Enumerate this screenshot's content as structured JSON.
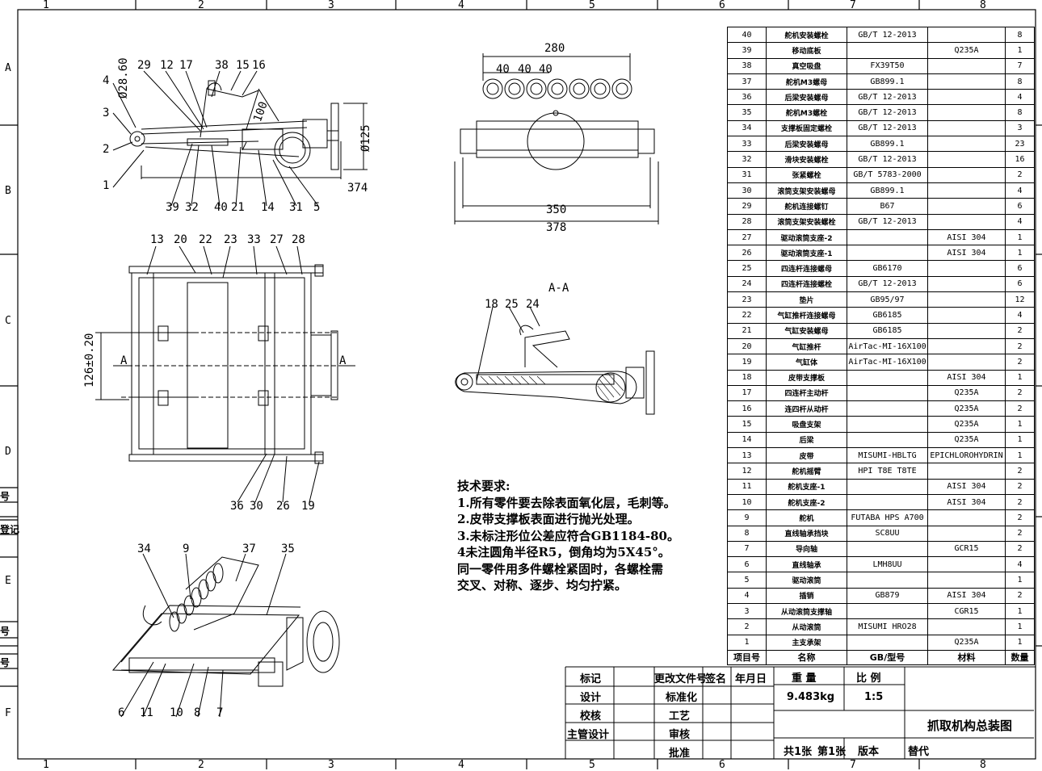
{
  "grid": {
    "cols": [
      "1",
      "2",
      "3",
      "4",
      "5",
      "6",
      "7",
      "8"
    ],
    "rows": [
      "A",
      "B",
      "C",
      "D",
      "E",
      "F"
    ]
  },
  "side_labels": [
    "号",
    "登记",
    "号",
    "号"
  ],
  "view_labels": {
    "front": [
      "29",
      "12",
      "17",
      "38",
      "15",
      "16",
      "4",
      "3",
      "2",
      "1",
      "39",
      "32",
      "40",
      "21",
      "14",
      "31",
      "5"
    ],
    "front_dims": {
      "dia": "Ø28.60",
      "len100": "100",
      "dia125": "Ø125",
      "len374": "374"
    },
    "top_dims": {
      "w280": "280",
      "p40a": "40",
      "p40b": "40",
      "p40c": "40",
      "w350": "350",
      "w378": "378"
    },
    "plan": [
      "13",
      "20",
      "22",
      "23",
      "33",
      "27",
      "28",
      "36",
      "30",
      "26",
      "19"
    ],
    "plan_dims": {
      "tol": "126±0.20",
      "a_left": "A",
      "a_right": "A"
    },
    "section": {
      "title": "A-A",
      "n18": "18",
      "n25": "25",
      "n24": "24"
    },
    "iso": [
      "34",
      "9",
      "37",
      "35",
      "6",
      "11",
      "10",
      "8",
      "7"
    ]
  },
  "tech": {
    "title": "技术要求:",
    "lines": [
      "1.所有零件要去除表面氧化层，毛刺等。",
      "2.皮带支撑板表面进行抛光处理。",
      "3.未标注形位公差应符合GB1184-80。",
      "4未注圆角半径R5，倒角均为5X45°。",
      "同一零件用多件螺栓紧固时，各螺栓需",
      "交叉、对称、逐步、均匀拧紧。"
    ]
  },
  "bom": {
    "rows": [
      [
        "40",
        "舵机安装螺栓",
        "GB/T 12-2013",
        "",
        "8"
      ],
      [
        "39",
        "移动底板",
        "",
        "Q235A",
        "1"
      ],
      [
        "38",
        "真空吸盘",
        "FX39T50",
        "",
        "7"
      ],
      [
        "37",
        "舵机M3螺母",
        "GB899.1",
        "",
        "8"
      ],
      [
        "36",
        "后梁安装螺母",
        "GB/T 12-2013",
        "",
        "4"
      ],
      [
        "35",
        "舵机M3螺栓",
        "GB/T 12-2013",
        "",
        "8"
      ],
      [
        "34",
        "支撑板固定螺栓",
        "GB/T 12-2013",
        "",
        "3"
      ],
      [
        "33",
        "后梁安装螺母",
        "GB899.1",
        "",
        "23"
      ],
      [
        "32",
        "滑块安装螺栓",
        "GB/T 12-2013",
        "",
        "16"
      ],
      [
        "31",
        "张紧螺栓",
        "GB/T 5783-2000",
        "",
        "2"
      ],
      [
        "30",
        "滚筒支架安装螺母",
        "GB899.1",
        "",
        "4"
      ],
      [
        "29",
        "舵机连接螺钉",
        "B67",
        "",
        "6"
      ],
      [
        "28",
        "滚筒支架安装螺栓",
        "GB/T 12-2013",
        "",
        "4"
      ],
      [
        "27",
        "驱动滚筒支座-2",
        "",
        "AISI 304",
        "1"
      ],
      [
        "26",
        "驱动滚筒支座-1",
        "",
        "AISI 304",
        "1"
      ],
      [
        "25",
        "四连杆连接螺母",
        "GB6170",
        "",
        "6"
      ],
      [
        "24",
        "四连杆连接螺栓",
        "GB/T 12-2013",
        "",
        "6"
      ],
      [
        "23",
        "垫片",
        "GB95/97",
        "",
        "12"
      ],
      [
        "22",
        "气缸推杆连接螺母",
        "GB6185",
        "",
        "4"
      ],
      [
        "21",
        "气缸安装螺母",
        "GB6185",
        "",
        "2"
      ],
      [
        "20",
        "气缸推杆",
        "AirTac-MI-16X100",
        "",
        "2"
      ],
      [
        "19",
        "气缸体",
        "AirTac-MI-16X100",
        "",
        "2"
      ],
      [
        "18",
        "皮带支撑板",
        "",
        "AISI 304",
        "1"
      ],
      [
        "17",
        "四连杆主动杆",
        "",
        "Q235A",
        "2"
      ],
      [
        "16",
        "连四杆从动杆",
        "",
        "Q235A",
        "2"
      ],
      [
        "15",
        "吸盘支架",
        "",
        "Q235A",
        "1"
      ],
      [
        "14",
        "后梁",
        "",
        "Q235A",
        "1"
      ],
      [
        "13",
        "皮带",
        "MISUMI-HBLTG",
        "EPICHLOROHYDRIN",
        "1"
      ],
      [
        "12",
        "舵机摇臂",
        "HPI T8E T8TE",
        "",
        "2"
      ],
      [
        "11",
        "舵机支座-1",
        "",
        "AISI 304",
        "2"
      ],
      [
        "10",
        "舵机支座-2",
        "",
        "AISI 304",
        "2"
      ],
      [
        "9",
        "舵机",
        "FUTABA HPS A700",
        "",
        "2"
      ],
      [
        "8",
        "直线轴承挡块",
        "SC8UU",
        "",
        "2"
      ],
      [
        "7",
        "导向轴",
        "",
        "GCR15",
        "2"
      ],
      [
        "6",
        "直线轴承",
        "LMH8UU",
        "",
        "4"
      ],
      [
        "5",
        "驱动滚筒",
        "",
        "",
        "1"
      ],
      [
        "4",
        "插销",
        "GB879",
        "AISI 304",
        "2"
      ],
      [
        "3",
        "从动滚筒支撑轴",
        "",
        "CGR15",
        "1"
      ],
      [
        "2",
        "从动滚筒",
        "MISUMI HRO28",
        "",
        "1"
      ],
      [
        "1",
        "主支承架",
        "",
        "Q235A",
        "1"
      ]
    ],
    "header": [
      "项目号",
      "名称",
      "GB/型号",
      "材料",
      "数量"
    ]
  },
  "title_block": {
    "biaoji": "标记",
    "gengai": "更改文件号",
    "qianming": "签名",
    "nianyueri": "年月日",
    "zhongliang": "重 量",
    "bili": "比 例",
    "weight": "9.483kg",
    "scale": "1:5",
    "sheji": "设计",
    "biaozhunhua": "标准化",
    "jiaohe": "校核",
    "gongyi": "工艺",
    "zhuguan": "主管设计",
    "shenhe": "审核",
    "pizhun": "批准",
    "drawing_title": "抓取机构总装图",
    "sheets": "共1张",
    "sheet_no": "第1张",
    "banben": "版本",
    "tidai": "替代"
  }
}
